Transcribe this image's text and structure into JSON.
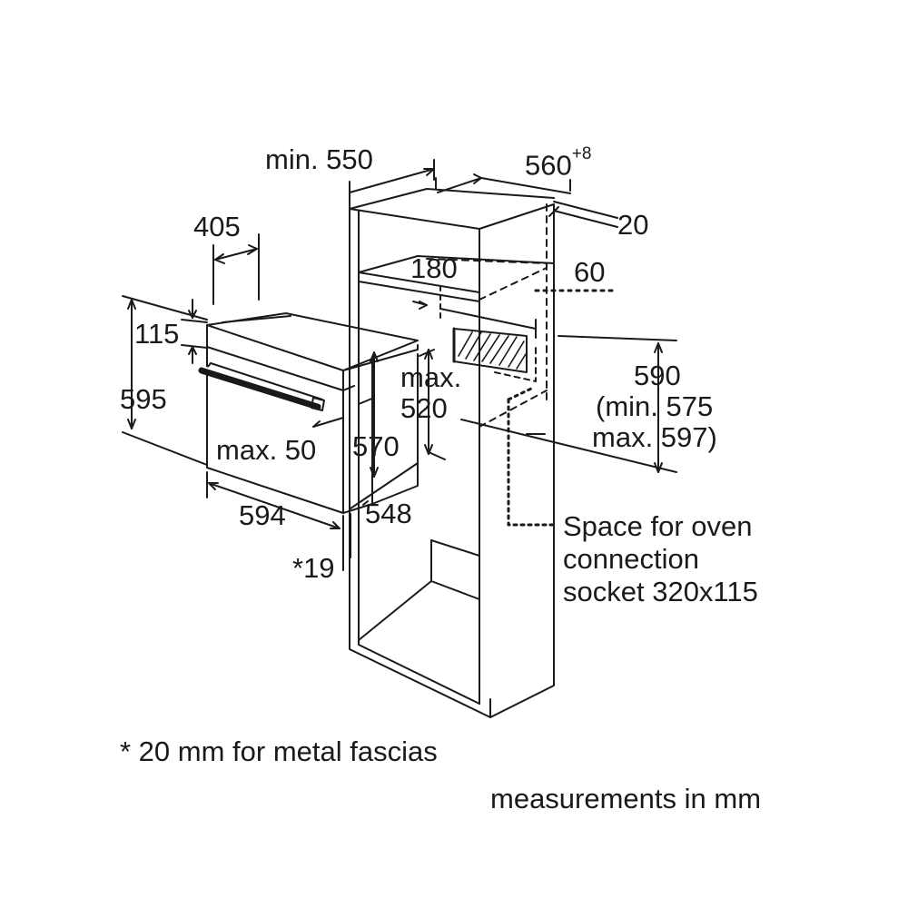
{
  "diagram": {
    "stroke_color": "#1a1a1a",
    "background": "#ffffff"
  },
  "labels": {
    "min_550": "min. 550",
    "w560": "560",
    "w560_sup": "+8",
    "d20": "20",
    "d405": "405",
    "d180": "180",
    "d60": "60",
    "d115": "115",
    "d595": "595",
    "max_top": "max.",
    "d520": "520",
    "d590": "590",
    "min575": "(min. 575",
    "max597": "max. 597)",
    "max50": "max. 50",
    "d570": "570",
    "d594": "594",
    "d548": "548",
    "star19": "*19",
    "socket_line1": "Space for oven",
    "socket_line2": "connection",
    "socket_line3": "socket 320x115",
    "footnote": "* 20 mm for metal fascias",
    "units": "measurements in mm"
  }
}
